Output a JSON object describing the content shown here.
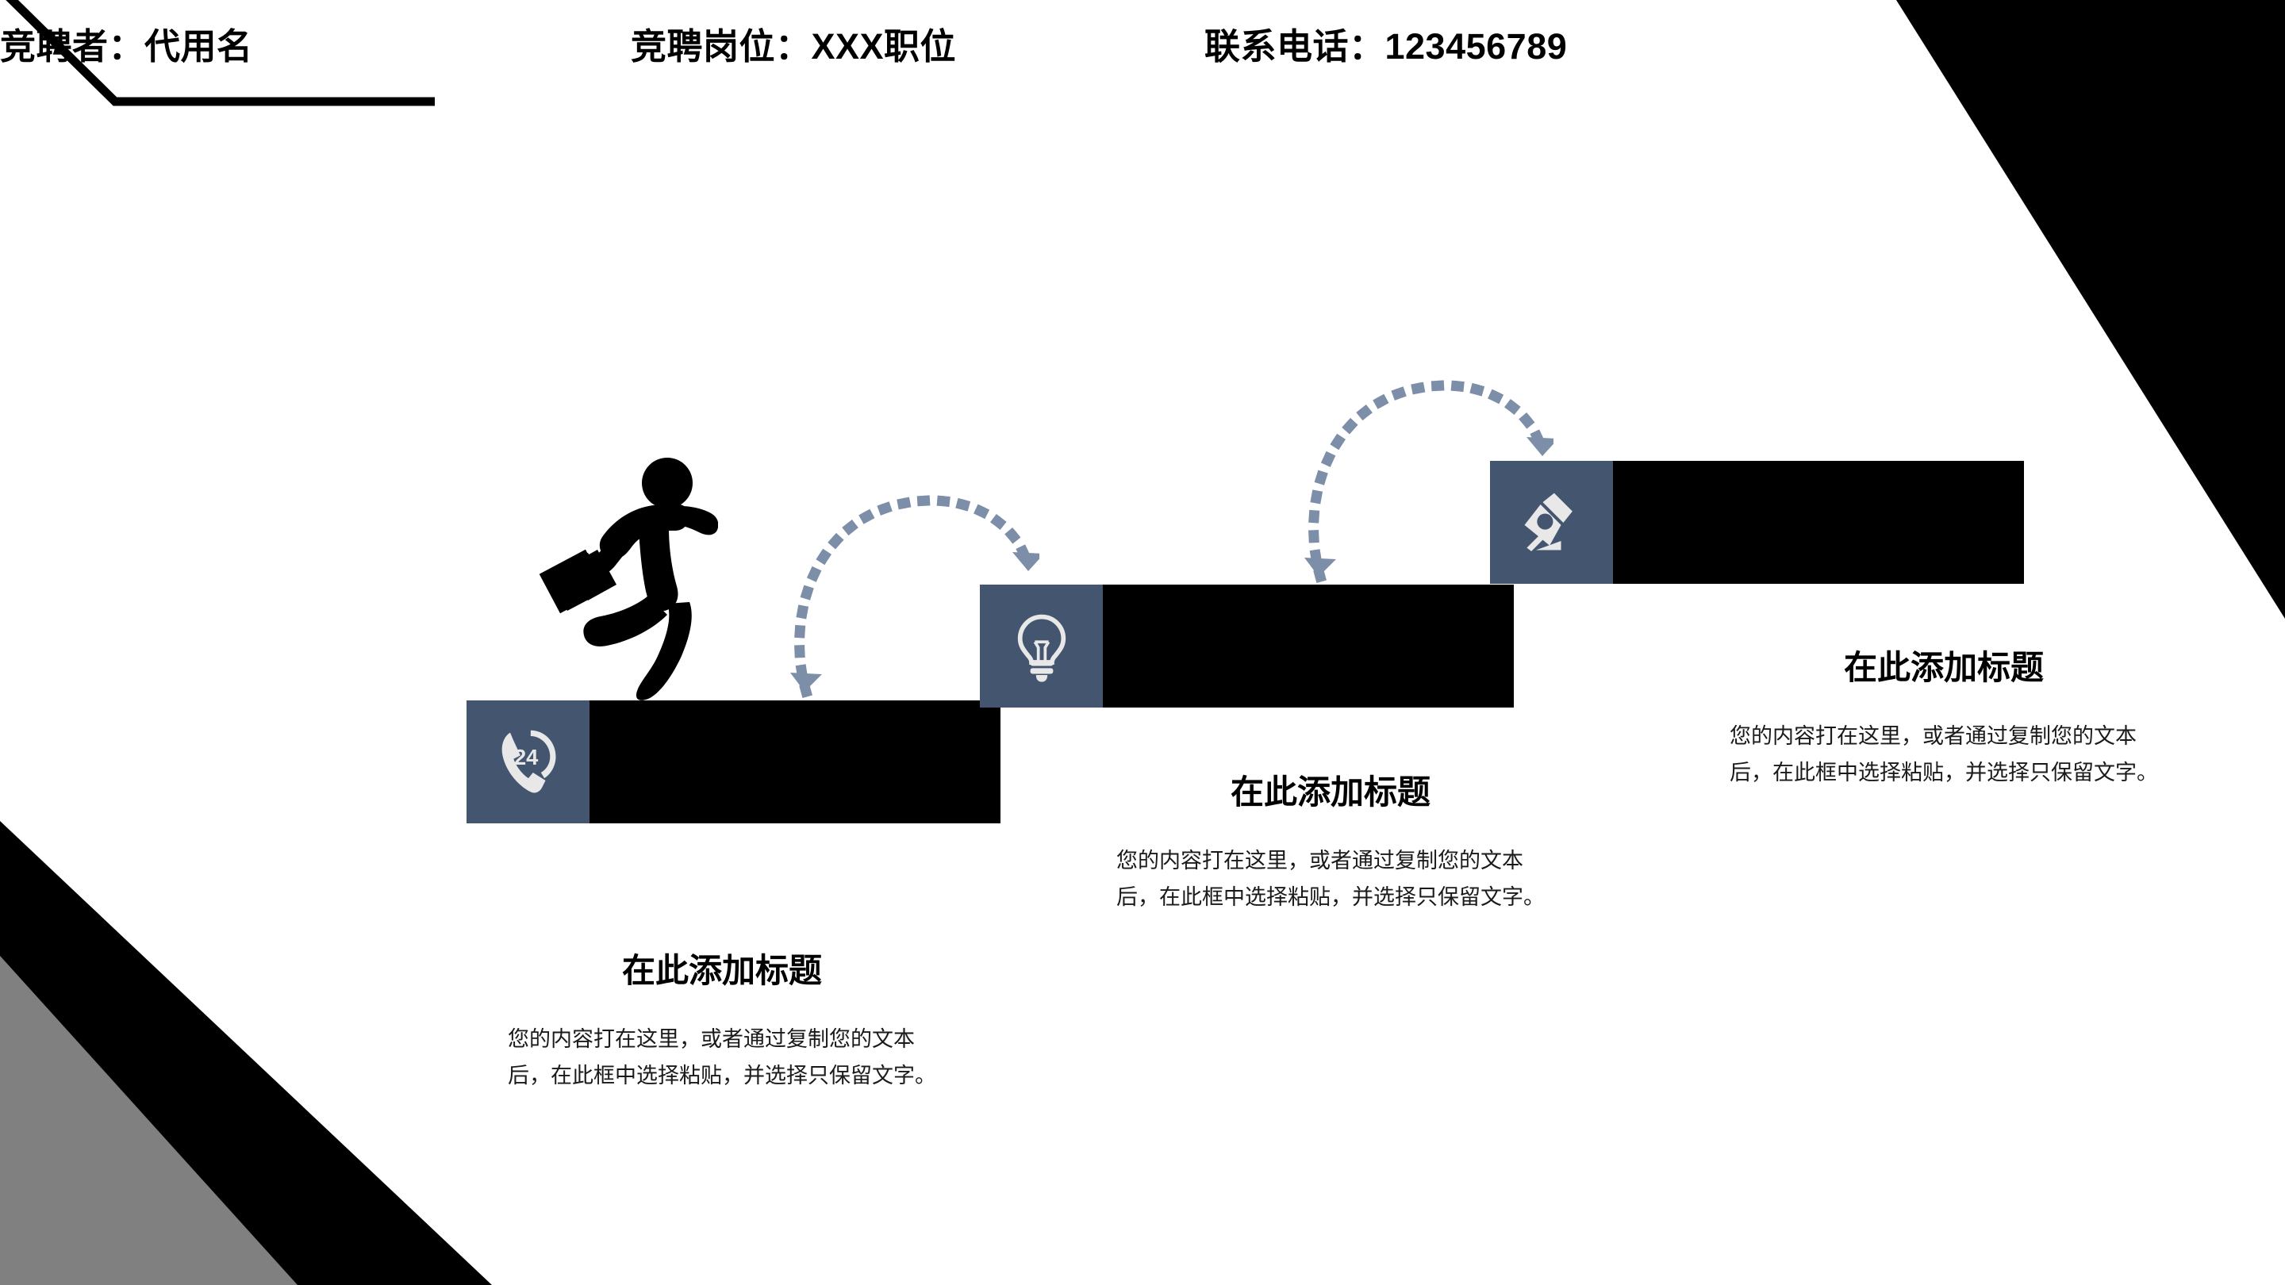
{
  "page": {
    "background_color": "#ffffff",
    "accent_color": "#44556f",
    "arrow_color": "#7d8fa8",
    "bar_color": "#000000",
    "deco_gray": "#808080"
  },
  "header": {
    "candidate": "竞聘者：代用名",
    "position": "竞聘岗位：XXX职位",
    "phone": "联系电话：123456789"
  },
  "steps": [
    {
      "icon": "phone-24h-icon",
      "title": "在此添加标题",
      "body": "您的内容打在这里，或者通过复制您的文本后，在此框中选择粘贴，并选择只保留文字。"
    },
    {
      "icon": "lightbulb-icon",
      "title": "在此添加标题",
      "body": "您的内容打在这里，或者通过复制您的文本后，在此框中选择粘贴，并选择只保留文字。"
    },
    {
      "icon": "pen-nib-icon",
      "title": "在此添加标题",
      "body": "您的内容打在这里，或者通过复制您的文本后，在此框中选择粘贴，并选择只保留文字。"
    }
  ],
  "graphics": {
    "runner": "running-businessman-icon",
    "arrow_1": "curved-dotted-arrow-icon",
    "arrow_2": "curved-dotted-arrow-icon",
    "top_right_shape": "diagonal-triangle-shape",
    "bottom_left_shape": "diagonal-band-shape",
    "header_rule": "bent-rule-shape"
  }
}
